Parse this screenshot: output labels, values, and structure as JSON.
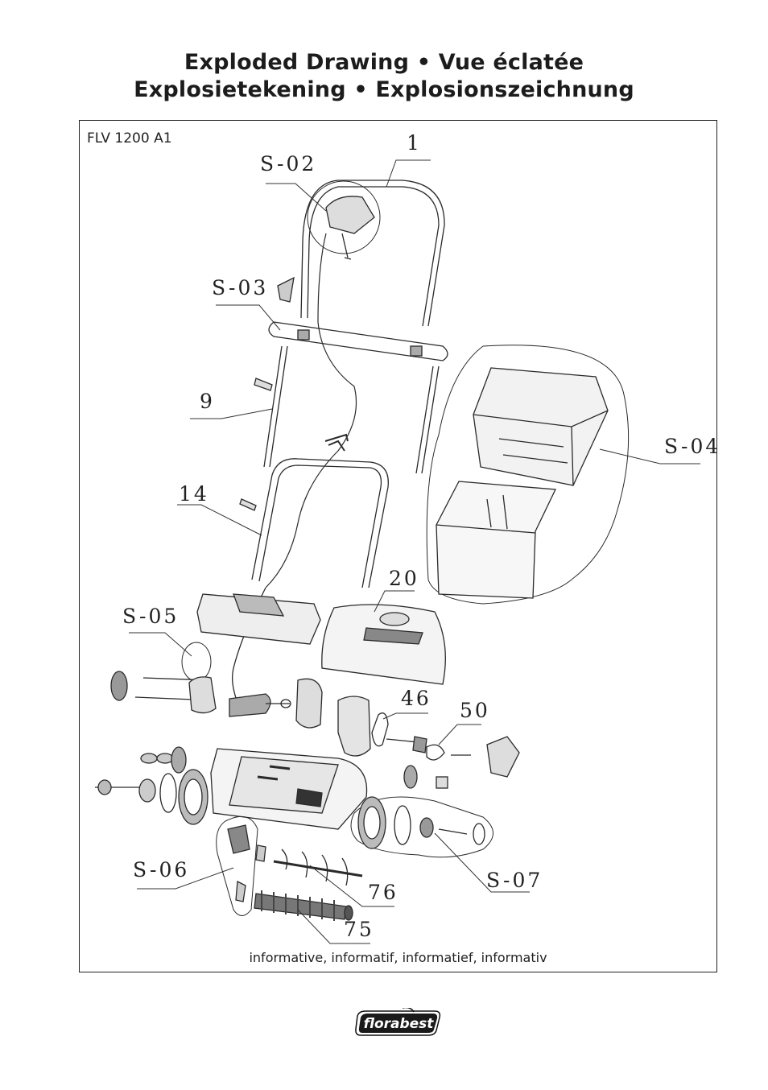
{
  "title": {
    "line1": "Exploded Drawing • Vue éclatée",
    "line2": "Explosietekening • Explosionszeichnung"
  },
  "model": "FLV 1200 A1",
  "footnote": "informative, informatif, informatief, informativ",
  "callouts": {
    "c1": "1",
    "s02": "S-02",
    "s03": "S-03",
    "n9": "9",
    "n14": "14",
    "s04": "S-04",
    "n20": "20",
    "s05": "S-05",
    "n46": "46",
    "n50": "50",
    "s06": "S-06",
    "n76": "76",
    "s07": "S-07",
    "n75": "75"
  },
  "brand": "florabest"
}
